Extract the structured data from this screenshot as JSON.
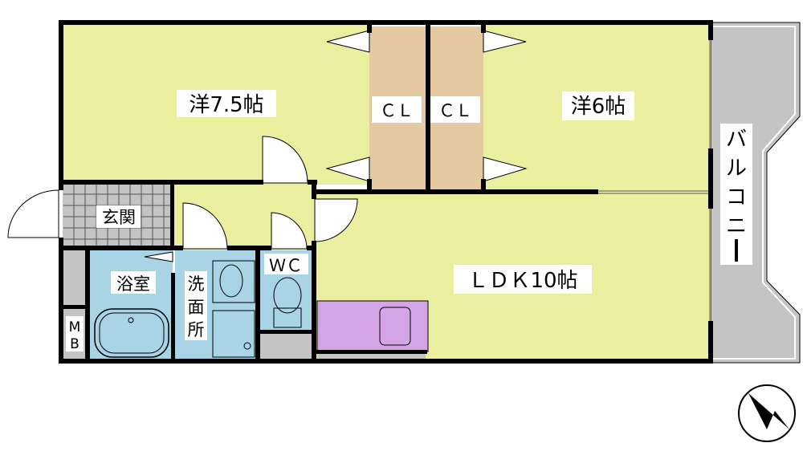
{
  "rooms": {
    "western_1": "洋7.5帖",
    "western_2": "洋6帖",
    "closet_1": "ＣＬ",
    "closet_2": "ＣＬ",
    "ldk": "ＬＤＫ10帖",
    "entrance": "玄関",
    "bathroom": "浴室",
    "washroom": [
      "洗",
      "面",
      "所"
    ],
    "toilet": "ＷＣ",
    "meter_box": [
      "M",
      "B"
    ],
    "balcony": [
      "バ",
      "ル",
      "コ",
      "ニ",
      "ー"
    ]
  },
  "colors": {
    "room": "#eaef9f",
    "closet": "#e5c9a0",
    "wet": "#a8d4e6",
    "kitchen": "#d3a5e5",
    "gray": "#c4c4c4",
    "wall": "#000000"
  }
}
